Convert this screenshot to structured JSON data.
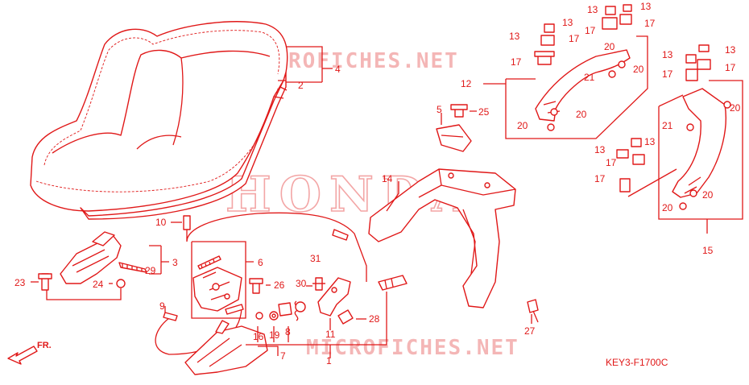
{
  "watermarks": {
    "top": "MICROFICHES.NET",
    "center": "HONDA",
    "bottom": "MICROFICHES.NET"
  },
  "diagram_code": "KEY3-F1700C",
  "direction_label": "FR.",
  "callouts": {
    "c1": "1",
    "c2": "2",
    "c3": "3",
    "c4": "4",
    "c5": "5",
    "c6": "6",
    "c7": "7",
    "c8": "8",
    "c9": "9",
    "c10": "10",
    "c11": "11",
    "c12": "12",
    "c13a": "13",
    "c13b": "13",
    "c13c": "13",
    "c13d": "13",
    "c13e": "13",
    "c13f": "13",
    "c13g": "13",
    "c14": "14",
    "c15": "15",
    "c16": "16",
    "c17a": "17",
    "c17b": "17",
    "c17c": "17",
    "c17d": "17",
    "c17e": "17",
    "c17f": "17",
    "c17g": "17",
    "c19": "19",
    "c20a": "20",
    "c20b": "20",
    "c20c": "20",
    "c20d": "20",
    "c20e": "20",
    "c20f": "20",
    "c21a": "21",
    "c21b": "21",
    "c23": "23",
    "c24": "24",
    "c25": "25",
    "c26": "26",
    "c27": "27",
    "c28": "28",
    "c29": "29",
    "c30": "30",
    "c31": "31"
  }
}
